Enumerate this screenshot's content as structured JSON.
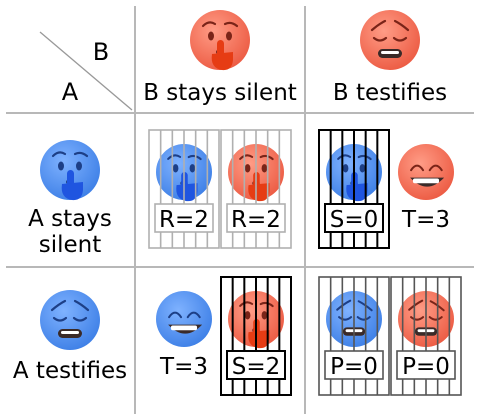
{
  "corner": {
    "col_player": "B",
    "row_player": "A"
  },
  "columns": [
    {
      "label": "B stays silent",
      "face": "hush",
      "color": "red"
    },
    {
      "label": "B testifies",
      "face": "weary",
      "color": "red"
    }
  ],
  "rows": [
    {
      "label_lines": [
        "A stays",
        "silent"
      ],
      "face": "hush",
      "color": "blue"
    },
    {
      "label_lines": [
        "A testifies"
      ],
      "face": "weary",
      "color": "blue"
    }
  ],
  "cells": [
    [
      {
        "a": {
          "face": "hush",
          "label": "R=2",
          "jailed": true,
          "bars": "light"
        },
        "b": {
          "face": "hush",
          "label": "R=2",
          "jailed": true,
          "bars": "light"
        }
      },
      {
        "a": {
          "face": "hush",
          "label": "S=0",
          "jailed": true,
          "bars": "heavy"
        },
        "b": {
          "face": "grin",
          "label": "T=3",
          "jailed": false
        }
      }
    ],
    [
      {
        "a": {
          "face": "grin",
          "label": "T=3",
          "jailed": false
        },
        "b": {
          "face": "hush",
          "label": "S=2",
          "jailed": true,
          "bars": "heavy"
        }
      },
      {
        "a": {
          "face": "weary",
          "label": "P=0",
          "jailed": true,
          "bars": "medium"
        },
        "b": {
          "face": "weary",
          "label": "P=0",
          "jailed": true,
          "bars": "medium"
        }
      }
    ]
  ],
  "colors": {
    "blue_face": "#4f8ff0",
    "blue_dark": "#2a62c8",
    "red_face": "#f2705a",
    "red_dark": "#d14a34",
    "hand": "#1f55e0",
    "hand_red": "#e63c14",
    "grid": "#b8b8b8",
    "bars_light": "#b0b0b0",
    "bars_heavy": "#000000",
    "bars_medium": "#555555"
  }
}
